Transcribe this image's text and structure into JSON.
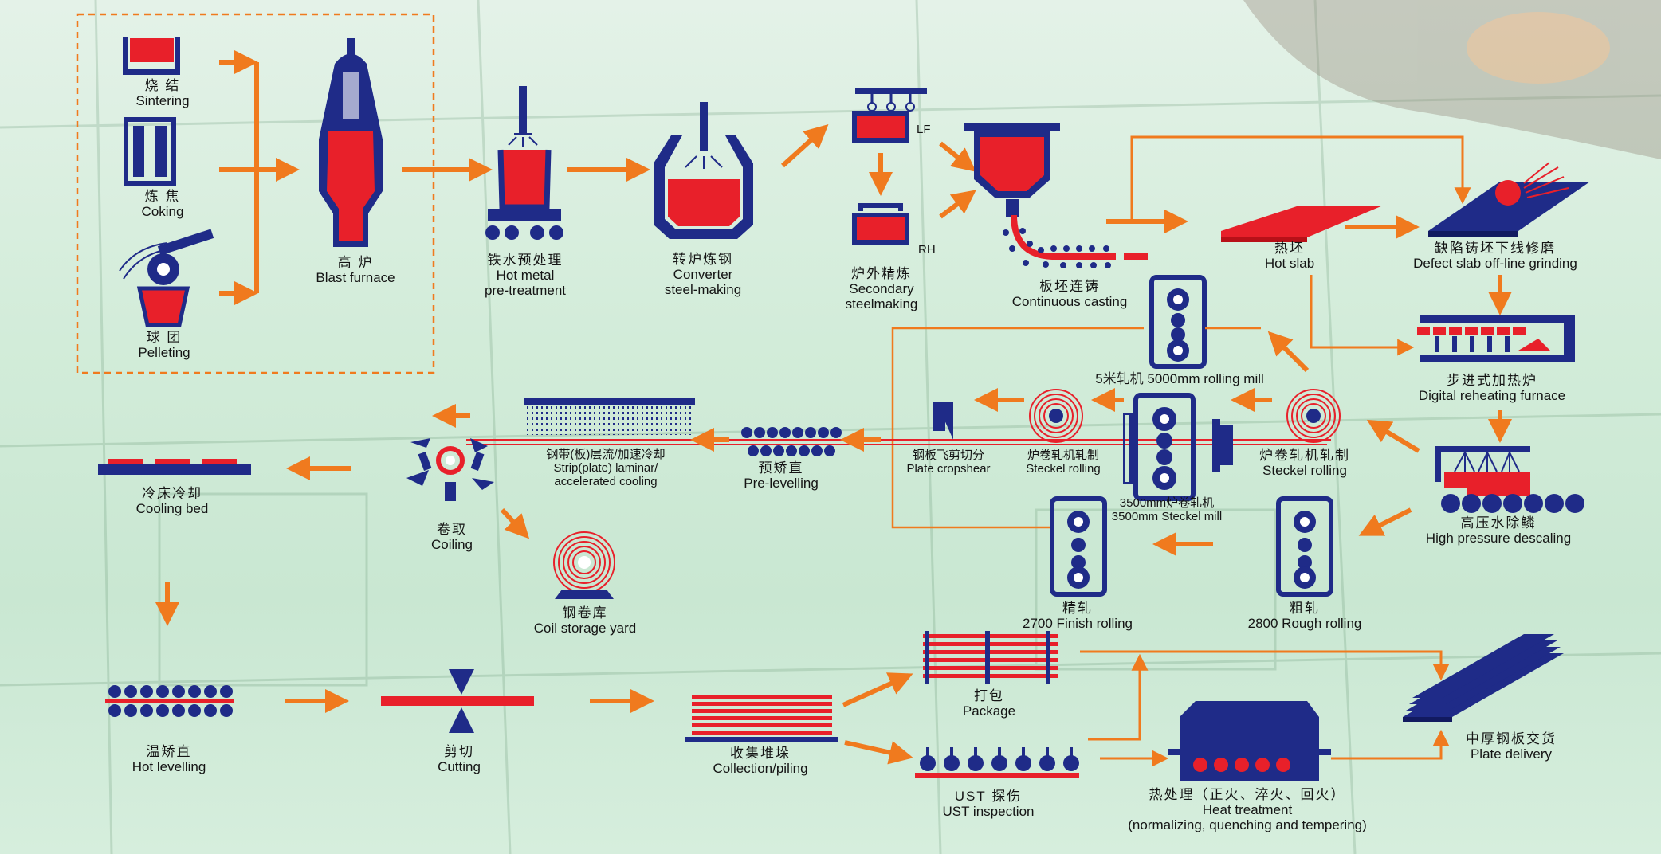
{
  "labels": {
    "sintering": {
      "zh": "烧 结",
      "en": "Sintering"
    },
    "coking": {
      "zh": "炼 焦",
      "en": "Coking"
    },
    "pelleting": {
      "zh": "球 团",
      "en": "Pelleting"
    },
    "blast_furnace": {
      "zh": "高 炉",
      "en": "Blast furnace"
    },
    "hot_metal": {
      "zh": "铁水预处理",
      "en": "Hot metal",
      "en2": "pre-treatment"
    },
    "converter": {
      "zh": "转炉炼钢",
      "en": "Converter",
      "en2": "steel-making"
    },
    "secondary": {
      "zh": "炉外精炼",
      "en": "Secondary",
      "en2": "steelmaking"
    },
    "continuous_casting": {
      "zh": "板坯连铸",
      "en": "Continuous casting"
    },
    "hot_slab": {
      "zh": "热坯",
      "en": "Hot slab"
    },
    "defect_grinding": {
      "zh": "缺陷铸坯下线修磨",
      "en": "Defect slab off-line grinding"
    },
    "reheating": {
      "zh": "步进式加热炉",
      "en": "Digital reheating furnace"
    },
    "mill_5000": {
      "text": "5米轧机 5000mm rolling mill"
    },
    "descaling": {
      "zh": "高压水除鳞",
      "en": "High pressure descaling"
    },
    "rough": {
      "zh": "粗轧",
      "en": "2800 Rough rolling"
    },
    "finish": {
      "zh": "精轧",
      "en": "2700 Finish rolling"
    },
    "steckel_mill": {
      "zh": "3500mm炉卷轧机",
      "en": "3500mm Steckel mill"
    },
    "steckel_right": {
      "zh": "炉卷轧机轧制",
      "en": "Steckel rolling"
    },
    "steckel_left": {
      "zh": "炉卷轧机轧制",
      "en": "Steckel rolling"
    },
    "cropshear": {
      "zh": "钢板飞剪切分",
      "en": "Plate cropshear"
    },
    "prelevelling": {
      "zh": "预矫直",
      "en": "Pre-levelling"
    },
    "cooling": {
      "zh": "钢带(板)层流/加速冷却",
      "en": "Strip(plate) laminar/",
      "en2": "accelerated cooling"
    },
    "coiling": {
      "zh": "卷取",
      "en": "Coiling"
    },
    "coil_storage": {
      "zh": "钢卷库",
      "en": "Coil storage yard"
    },
    "cooling_bed": {
      "zh": "冷床冷却",
      "en": "Cooling bed"
    },
    "hot_levelling": {
      "zh": "温矫直",
      "en": "Hot levelling"
    },
    "cutting": {
      "zh": "剪切",
      "en": "Cutting"
    },
    "collection": {
      "zh": "收集堆垛",
      "en": "Collection/piling"
    },
    "package": {
      "zh": "打包",
      "en": "Package"
    },
    "ust": {
      "zh": "UST 探伤",
      "en": "UST inspection"
    },
    "heat_treatment": {
      "zh": "热处理（正火、淬火、回火）",
      "en": "Heat treatment",
      "en2": "(normalizing, quenching and tempering)"
    },
    "delivery": {
      "zh": "中厚钢板交货",
      "en": "Plate delivery"
    }
  },
  "tags": {
    "lf": "LF",
    "rh": "RH"
  },
  "colors": {
    "accent": "#f07a1e",
    "equipment": "#1f2b88",
    "metal": "#e8202a",
    "background": "#d2ecd9"
  }
}
